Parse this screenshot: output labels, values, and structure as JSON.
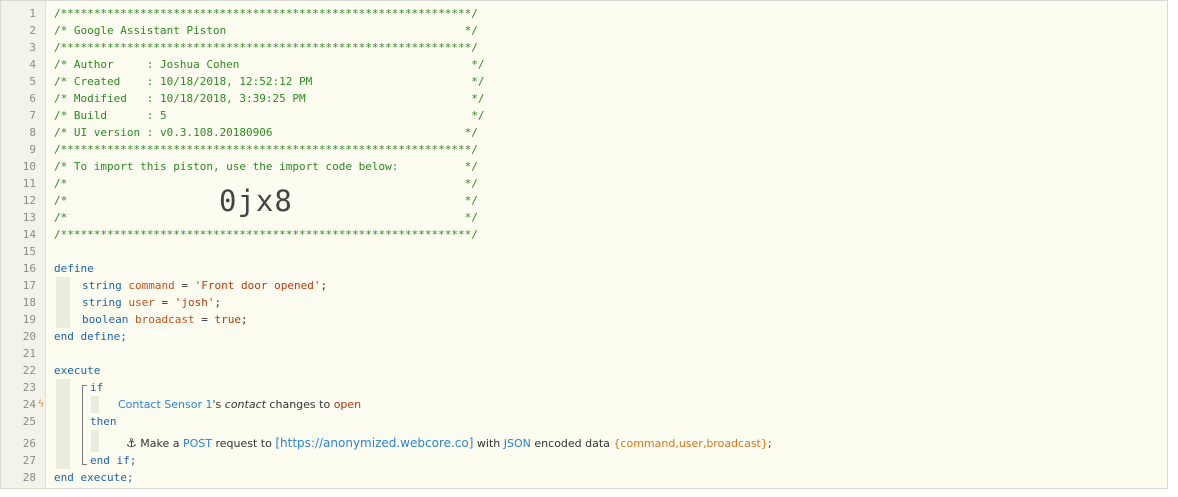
{
  "line_numbers": [
    "1",
    "2",
    "3",
    "4",
    "5",
    "6",
    "7",
    "8",
    "9",
    "10",
    "11",
    "12",
    "13",
    "14",
    "15",
    "16",
    "17",
    "18",
    "19",
    "20",
    "21",
    "22",
    "23",
    "24",
    "25",
    "26",
    "27",
    "28"
  ],
  "header": {
    "border": "/**************************************************************/",
    "title": "/* Google Assistant Piston                                    */",
    "author": "/* Author     : Joshua Cohen                                   */",
    "created": "/* Created    : 10/18/2018, 12:52:12 PM                        */",
    "modified": "/* Modified   : 10/18/2018, 3:39:25 PM                         */",
    "build": "/* Build      : 5                                              */",
    "ui_version": "/* UI version : v0.3.108.20180906                             */",
    "import_note": "/* To import this piston, use the import code below:          */",
    "blank": "/*                                                            */",
    "import_code": "0jx8"
  },
  "define": {
    "open": "define",
    "close": "end define;",
    "vars": [
      {
        "type": "string",
        "name": "command",
        "eq": " = ",
        "value": "'Front door opened'",
        "end": ";"
      },
      {
        "type": "string",
        "name": "user",
        "eq": " = ",
        "value": "'josh'",
        "end": ";"
      },
      {
        "type": "boolean",
        "name": "broadcast",
        "eq": " = ",
        "value": "true",
        "end": ";"
      }
    ]
  },
  "execute": {
    "open": "execute",
    "close": "end execute;",
    "if_kw": "if",
    "then_kw": "then",
    "endif_kw": "end if;",
    "condition": {
      "device": "Contact Sensor 1",
      "possessive": "'s ",
      "attribute": "contact",
      "verb": " changes to ",
      "value": "open"
    },
    "action": {
      "icon": "⚓",
      "text1": " Make a ",
      "method": "POST",
      "text2": " request to ",
      "url": "[https://anonymized.webcore.co]",
      "text3": " with ",
      "format": "JSON",
      "text4": " encoded data ",
      "data": "{command,user,broadcast}",
      "end": ";"
    },
    "trigger_marker": "ϟ"
  },
  "colors": {
    "comment": "#2b8a22",
    "keyword": "#1b64a8",
    "variable": "#c0521d",
    "device": "#2a83cf",
    "background": "#fdfcf0"
  }
}
